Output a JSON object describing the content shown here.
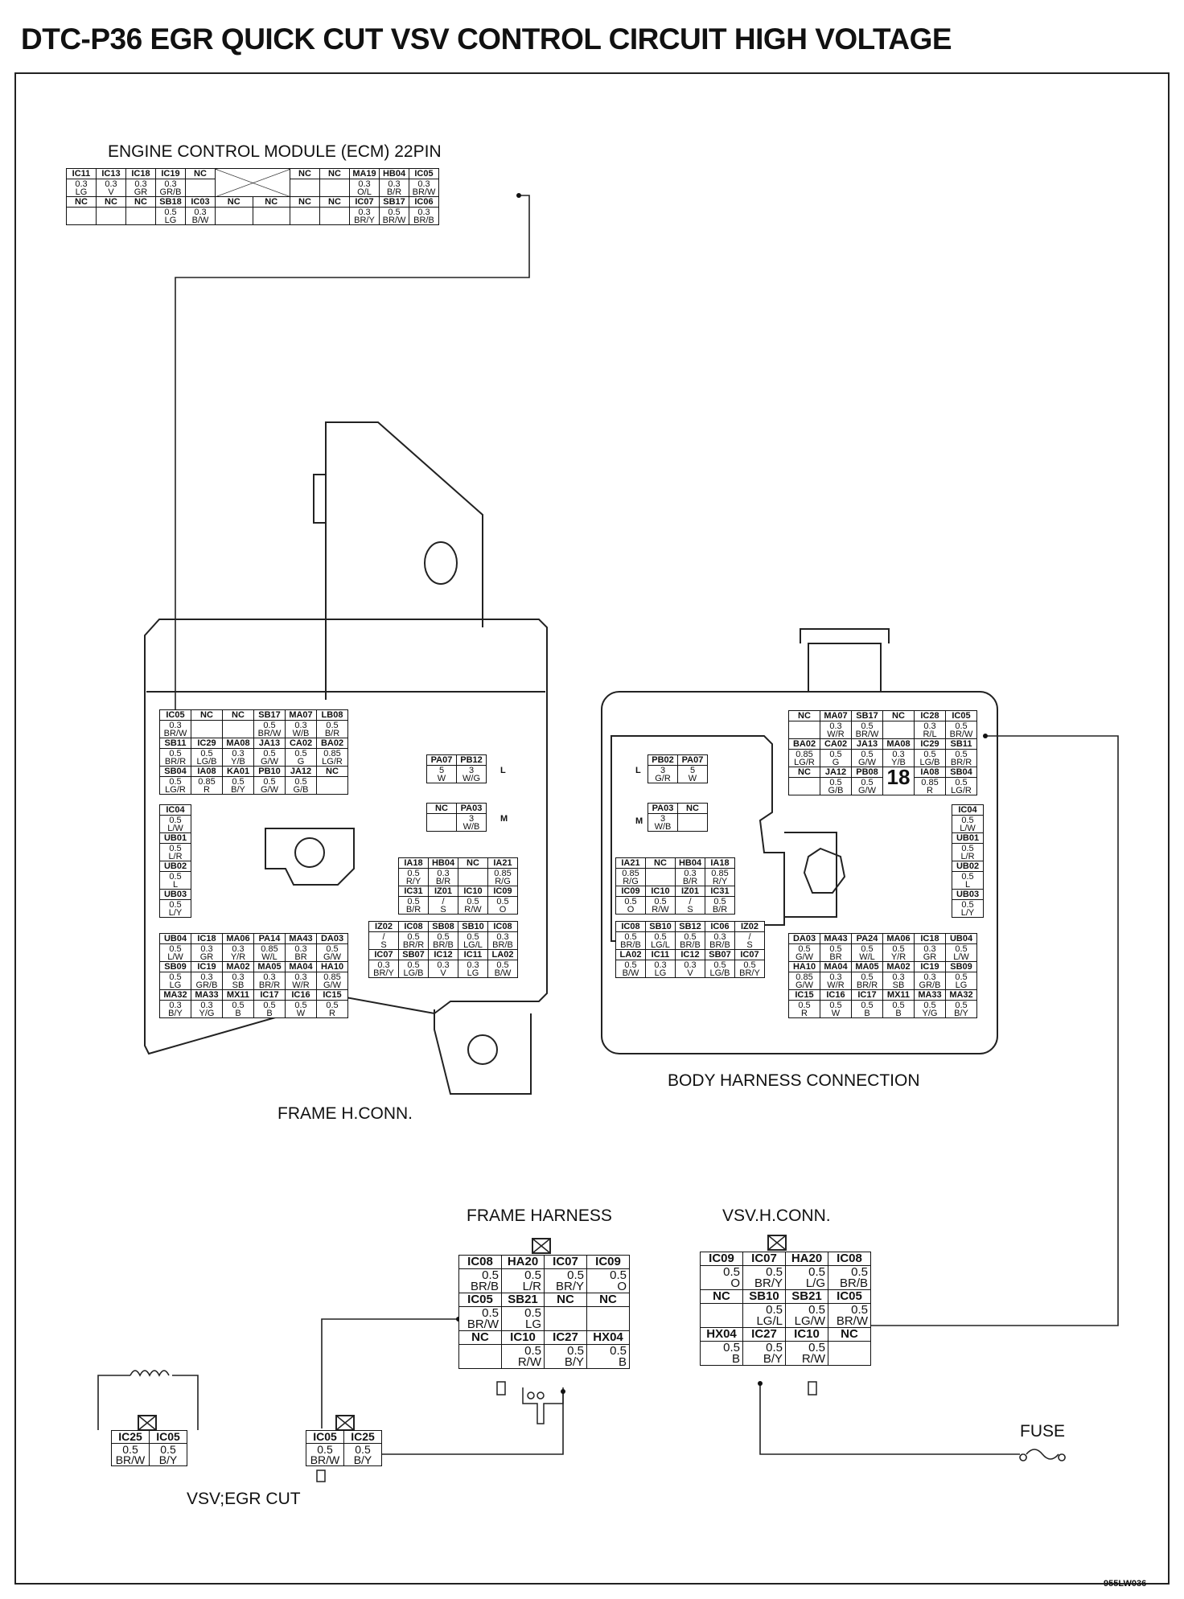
{
  "title": "DTC-P36 EGR QUICK CUT VSV CONTROL CIRCUIT HIGH VOLTAGE",
  "labels": {
    "ecm": "ENGINE CONTROL MODULE (ECM) 22PIN",
    "frame_hconn": "FRAME H.CONN.",
    "body_harness": "BODY HARNESS CONNECTION",
    "frame_harness": "FRAME HARNESS",
    "vsv_hconn": "VSV.H.CONN.",
    "fuse": "FUSE",
    "vsv_egr": "VSV;EGR CUT",
    "footer": "955LW036",
    "side_L": "L",
    "side_M": "M",
    "n18": "18"
  },
  "ecm": {
    "row1_codes": [
      "IC11",
      "IC13",
      "IC18",
      "IC19",
      "NC",
      "NC",
      "NC",
      "MA19",
      "HB04",
      "IC05"
    ],
    "row1_vals": [
      "0.3\nLG",
      "0.3\nV",
      "0.3\nGR",
      "0.3\nGR/B",
      "",
      "",
      "",
      "0.3\nO/L",
      "0.3\nB/R",
      "0.3\nBR/W"
    ],
    "row2_codes": [
      "NC",
      "NC",
      "NC",
      "SB18",
      "IC03",
      "NC",
      "NC",
      "NC",
      "NC",
      "IC07",
      "SB17",
      "IC06"
    ],
    "row2_vals": [
      "",
      "",
      "",
      "0.5\nLG",
      "0.3\nB/W",
      "",
      "",
      "",
      "",
      "0.3\nBR/Y",
      "0.5\nBR/W",
      "0.3\nBR/B"
    ]
  },
  "frame_conn_top": [
    [
      [
        "IC05",
        "0.3\nBR/W"
      ],
      [
        "NC",
        ""
      ],
      [
        "NC",
        ""
      ],
      [
        "SB17",
        "0.5\nBR/W"
      ],
      [
        "MA07",
        "0.3\nW/B"
      ],
      [
        "LB08",
        "0.5\nB/R"
      ]
    ],
    [
      [
        "SB11",
        "0.5\nBR/R"
      ],
      [
        "IC29",
        "0.5\nLG/B"
      ],
      [
        "MA08",
        "0.3\nY/B"
      ],
      [
        "JA13",
        "0.5\nG/W"
      ],
      [
        "CA02",
        "0.5\nG"
      ],
      [
        "BA02",
        "0.85\nLG/R"
      ]
    ],
    [
      [
        "SB04",
        "0.5\nLG/R"
      ],
      [
        "IA08",
        "0.85\nR"
      ],
      [
        "KA01",
        "0.5\nB/Y"
      ],
      [
        "PB10",
        "0.5\nG/W"
      ],
      [
        "JA12",
        "0.5\nG/B"
      ],
      [
        "NC",
        ""
      ]
    ]
  ],
  "frame_conn_left": [
    [
      "IC04",
      "0.5\nL/W"
    ],
    [
      "UB01",
      "0.5\nL/R"
    ],
    [
      "UB02",
      "0.5\nL"
    ],
    [
      "UB03",
      "0.5\nL/Y"
    ]
  ],
  "frame_conn_bottom": [
    [
      [
        "UB04",
        "0.5\nL/W"
      ],
      [
        "IC18",
        "0.3\nGR"
      ],
      [
        "MA06",
        "0.3\nY/R"
      ],
      [
        "PA14",
        "0.85\nW/L"
      ],
      [
        "MA43",
        "0.3\nBR"
      ],
      [
        "DA03",
        "0.5\nG/W"
      ]
    ],
    [
      [
        "SB09",
        "0.5\nLG"
      ],
      [
        "IC19",
        "0.3\nGR/B"
      ],
      [
        "MA02",
        "0.3\nSB"
      ],
      [
        "MA05",
        "0.3\nBR/R"
      ],
      [
        "MA04",
        "0.3\nW/R"
      ],
      [
        "HA10",
        "0.85\nG/W"
      ]
    ],
    [
      [
        "MA32",
        "0.3\nB/Y"
      ],
      [
        "MA33",
        "0.3\nY/G"
      ],
      [
        "MX11",
        "0.5\nB"
      ],
      [
        "IC17",
        "0.5\nB"
      ],
      [
        "IC16",
        "0.5\nW"
      ],
      [
        "IC15",
        "0.5\nR"
      ]
    ]
  ],
  "frame_conn_L": [
    [
      "PA07",
      "5\nW"
    ],
    [
      "PB12",
      "3\nW/G"
    ]
  ],
  "frame_conn_M": [
    [
      "NC",
      ""
    ],
    [
      "PA03",
      "3\nW/B"
    ]
  ],
  "frame_conn_mid": [
    [
      [
        "IA18",
        "0.5\nR/Y"
      ],
      [
        "HB04",
        "0.3\nB/R"
      ],
      [
        "NC",
        ""
      ],
      [
        "IA21",
        "0.85\nR/G"
      ]
    ],
    [
      [
        "IC31",
        "0.5\nB/R"
      ],
      [
        "IZ01",
        "/\nS"
      ],
      [
        "IC10",
        "0.5\nR/W"
      ],
      [
        "IC09",
        "0.5\nO"
      ]
    ]
  ],
  "frame_conn_mid2": [
    [
      [
        "IZ02",
        "/\nS"
      ],
      [
        "IC08",
        "0.5\nBR/R"
      ],
      [
        "SB08",
        "0.5\nBR/B"
      ],
      [
        "SB10",
        "0.5\nLG/L"
      ],
      [
        "IC08",
        "0.3\nBR/B"
      ]
    ],
    [
      [
        "IC07",
        "0.3\nBR/Y"
      ],
      [
        "SB07",
        "0.5\nLG/B"
      ],
      [
        "IC12",
        "0.3\nV"
      ],
      [
        "IC11",
        "0.3\nLG"
      ],
      [
        "LA02",
        "0.5\nB/W"
      ]
    ]
  ],
  "body_L": [
    [
      "PB02",
      "3\nG/R"
    ],
    [
      "PA07",
      "5\nW"
    ]
  ],
  "body_M": [
    [
      "PA03",
      "3\nW/B"
    ],
    [
      "NC",
      ""
    ]
  ],
  "body_mid": [
    [
      [
        "IA21",
        "0.85\nR/G"
      ],
      [
        "NC",
        ""
      ],
      [
        "HB04",
        "0.3\nB/R"
      ],
      [
        "IA18",
        "0.85\nR/Y"
      ]
    ],
    [
      [
        "IC09",
        "0.5\nO"
      ],
      [
        "IC10",
        "0.5\nR/W"
      ],
      [
        "IZ01",
        "/\nS"
      ],
      [
        "IC31",
        "0.5\nB/R"
      ]
    ]
  ],
  "body_mid2": [
    [
      [
        "IC08",
        "0.5\nBR/B"
      ],
      [
        "SB10",
        "0.5\nLG/L"
      ],
      [
        "SB12",
        "0.5\nBR/B"
      ],
      [
        "IC06",
        "0.3\nBR/B"
      ],
      [
        "IZ02",
        "/\nS"
      ]
    ],
    [
      [
        "LA02",
        "0.5\nB/W"
      ],
      [
        "IC11",
        "0.3\nLG"
      ],
      [
        "IC12",
        "0.3\nV"
      ],
      [
        "SB07",
        "0.5\nLG/B"
      ],
      [
        "IC07",
        "0.5\nBR/Y"
      ]
    ]
  ],
  "body_top": [
    [
      [
        "NC",
        ""
      ],
      [
        "MA07",
        "0.3\nW/R"
      ],
      [
        "SB17",
        "0.5\nBR/W"
      ],
      [
        "NC",
        ""
      ],
      [
        "IC28",
        "0.3\nR/L"
      ],
      [
        "IC05",
        "0.5\nBR/W"
      ]
    ],
    [
      [
        "BA02",
        "0.85\nLG/R"
      ],
      [
        "CA02",
        "0.5\nG"
      ],
      [
        "JA13",
        "0.5\nG/W"
      ],
      [
        "MA08",
        "0.3\nY/B"
      ],
      [
        "IC29",
        "0.5\nLG/B"
      ],
      [
        "SB11",
        "0.5\nBR/R"
      ]
    ],
    [
      [
        "NC",
        ""
      ],
      [
        "JA12",
        "0.5\nG/B"
      ],
      [
        "PB08",
        "0.5\nG/W"
      ],
      [
        "",
        ""
      ],
      [
        "IA08",
        "0.85\nR"
      ],
      [
        "SB04",
        "0.5\nLG/R"
      ]
    ]
  ],
  "body_right": [
    [
      "IC04",
      "0.5\nL/W"
    ],
    [
      "UB01",
      "0.5\nL/R"
    ],
    [
      "UB02",
      "0.5\nL"
    ],
    [
      "UB03",
      "0.5\nL/Y"
    ]
  ],
  "body_bottom": [
    [
      [
        "DA03",
        "0.5\nG/W"
      ],
      [
        "MA43",
        "0.5\nBR"
      ],
      [
        "PA24",
        "0.5\nW/L"
      ],
      [
        "MA06",
        "0.5\nY/R"
      ],
      [
        "IC18",
        "0.3\nGR"
      ],
      [
        "UB04",
        "0.5\nL/W"
      ]
    ],
    [
      [
        "HA10",
        "0.85\nG/W"
      ],
      [
        "MA04",
        "0.3\nW/R"
      ],
      [
        "MA05",
        "0.5\nBR/R"
      ],
      [
        "MA02",
        "0.3\nSB"
      ],
      [
        "IC19",
        "0.3\nGR/B"
      ],
      [
        "SB09",
        "0.5\nLG"
      ]
    ],
    [
      [
        "IC15",
        "0.5\nR"
      ],
      [
        "IC16",
        "0.5\nW"
      ],
      [
        "IC17",
        "0.5\nB"
      ],
      [
        "MX11",
        "0.5\nB"
      ],
      [
        "MA33",
        "0.5\nY/G"
      ],
      [
        "MA32",
        "0.5\nB/Y"
      ]
    ]
  ],
  "frame_harness": [
    [
      [
        "IC08",
        "0.5\nBR/B"
      ],
      [
        "HA20",
        "0.5\nL/R"
      ],
      [
        "IC07",
        "0.5\nBR/Y"
      ],
      [
        "IC09",
        "0.5\nO"
      ]
    ],
    [
      [
        "IC05",
        "0.5\nBR/W"
      ],
      [
        "SB21",
        "0.5\nLG"
      ],
      [
        "NC",
        ""
      ],
      [
        "NC",
        ""
      ]
    ],
    [
      [
        "NC",
        ""
      ],
      [
        "IC10",
        "0.5\nR/W"
      ],
      [
        "IC27",
        "0.5\nB/Y"
      ],
      [
        "HX04",
        "0.5\nB"
      ]
    ]
  ],
  "vsv_hconn": [
    [
      [
        "IC09",
        "0.5\nO"
      ],
      [
        "IC07",
        "0.5\nBR/Y"
      ],
      [
        "HA20",
        "0.5\nL/G"
      ],
      [
        "IC08",
        "0.5\nBR/B"
      ]
    ],
    [
      [
        "NC",
        ""
      ],
      [
        "SB10",
        "0.5\nLG/L"
      ],
      [
        "SB21",
        "0.5\nLG/W"
      ],
      [
        "IC05",
        "0.5\nBR/W"
      ]
    ],
    [
      [
        "HX04",
        "0.5\nB"
      ],
      [
        "IC27",
        "0.5\nB/Y"
      ],
      [
        "IC10",
        "0.5\nR/W"
      ],
      [
        "NC",
        ""
      ]
    ]
  ],
  "vsv_egr": [
    [
      "IC25",
      "0.5\nBR/W"
    ],
    [
      "IC05",
      "0.5\nB/Y"
    ]
  ],
  "mid_conn": [
    [
      "IC05",
      "0.5\nBR/W"
    ],
    [
      "IC25",
      "0.5\nB/Y"
    ]
  ]
}
